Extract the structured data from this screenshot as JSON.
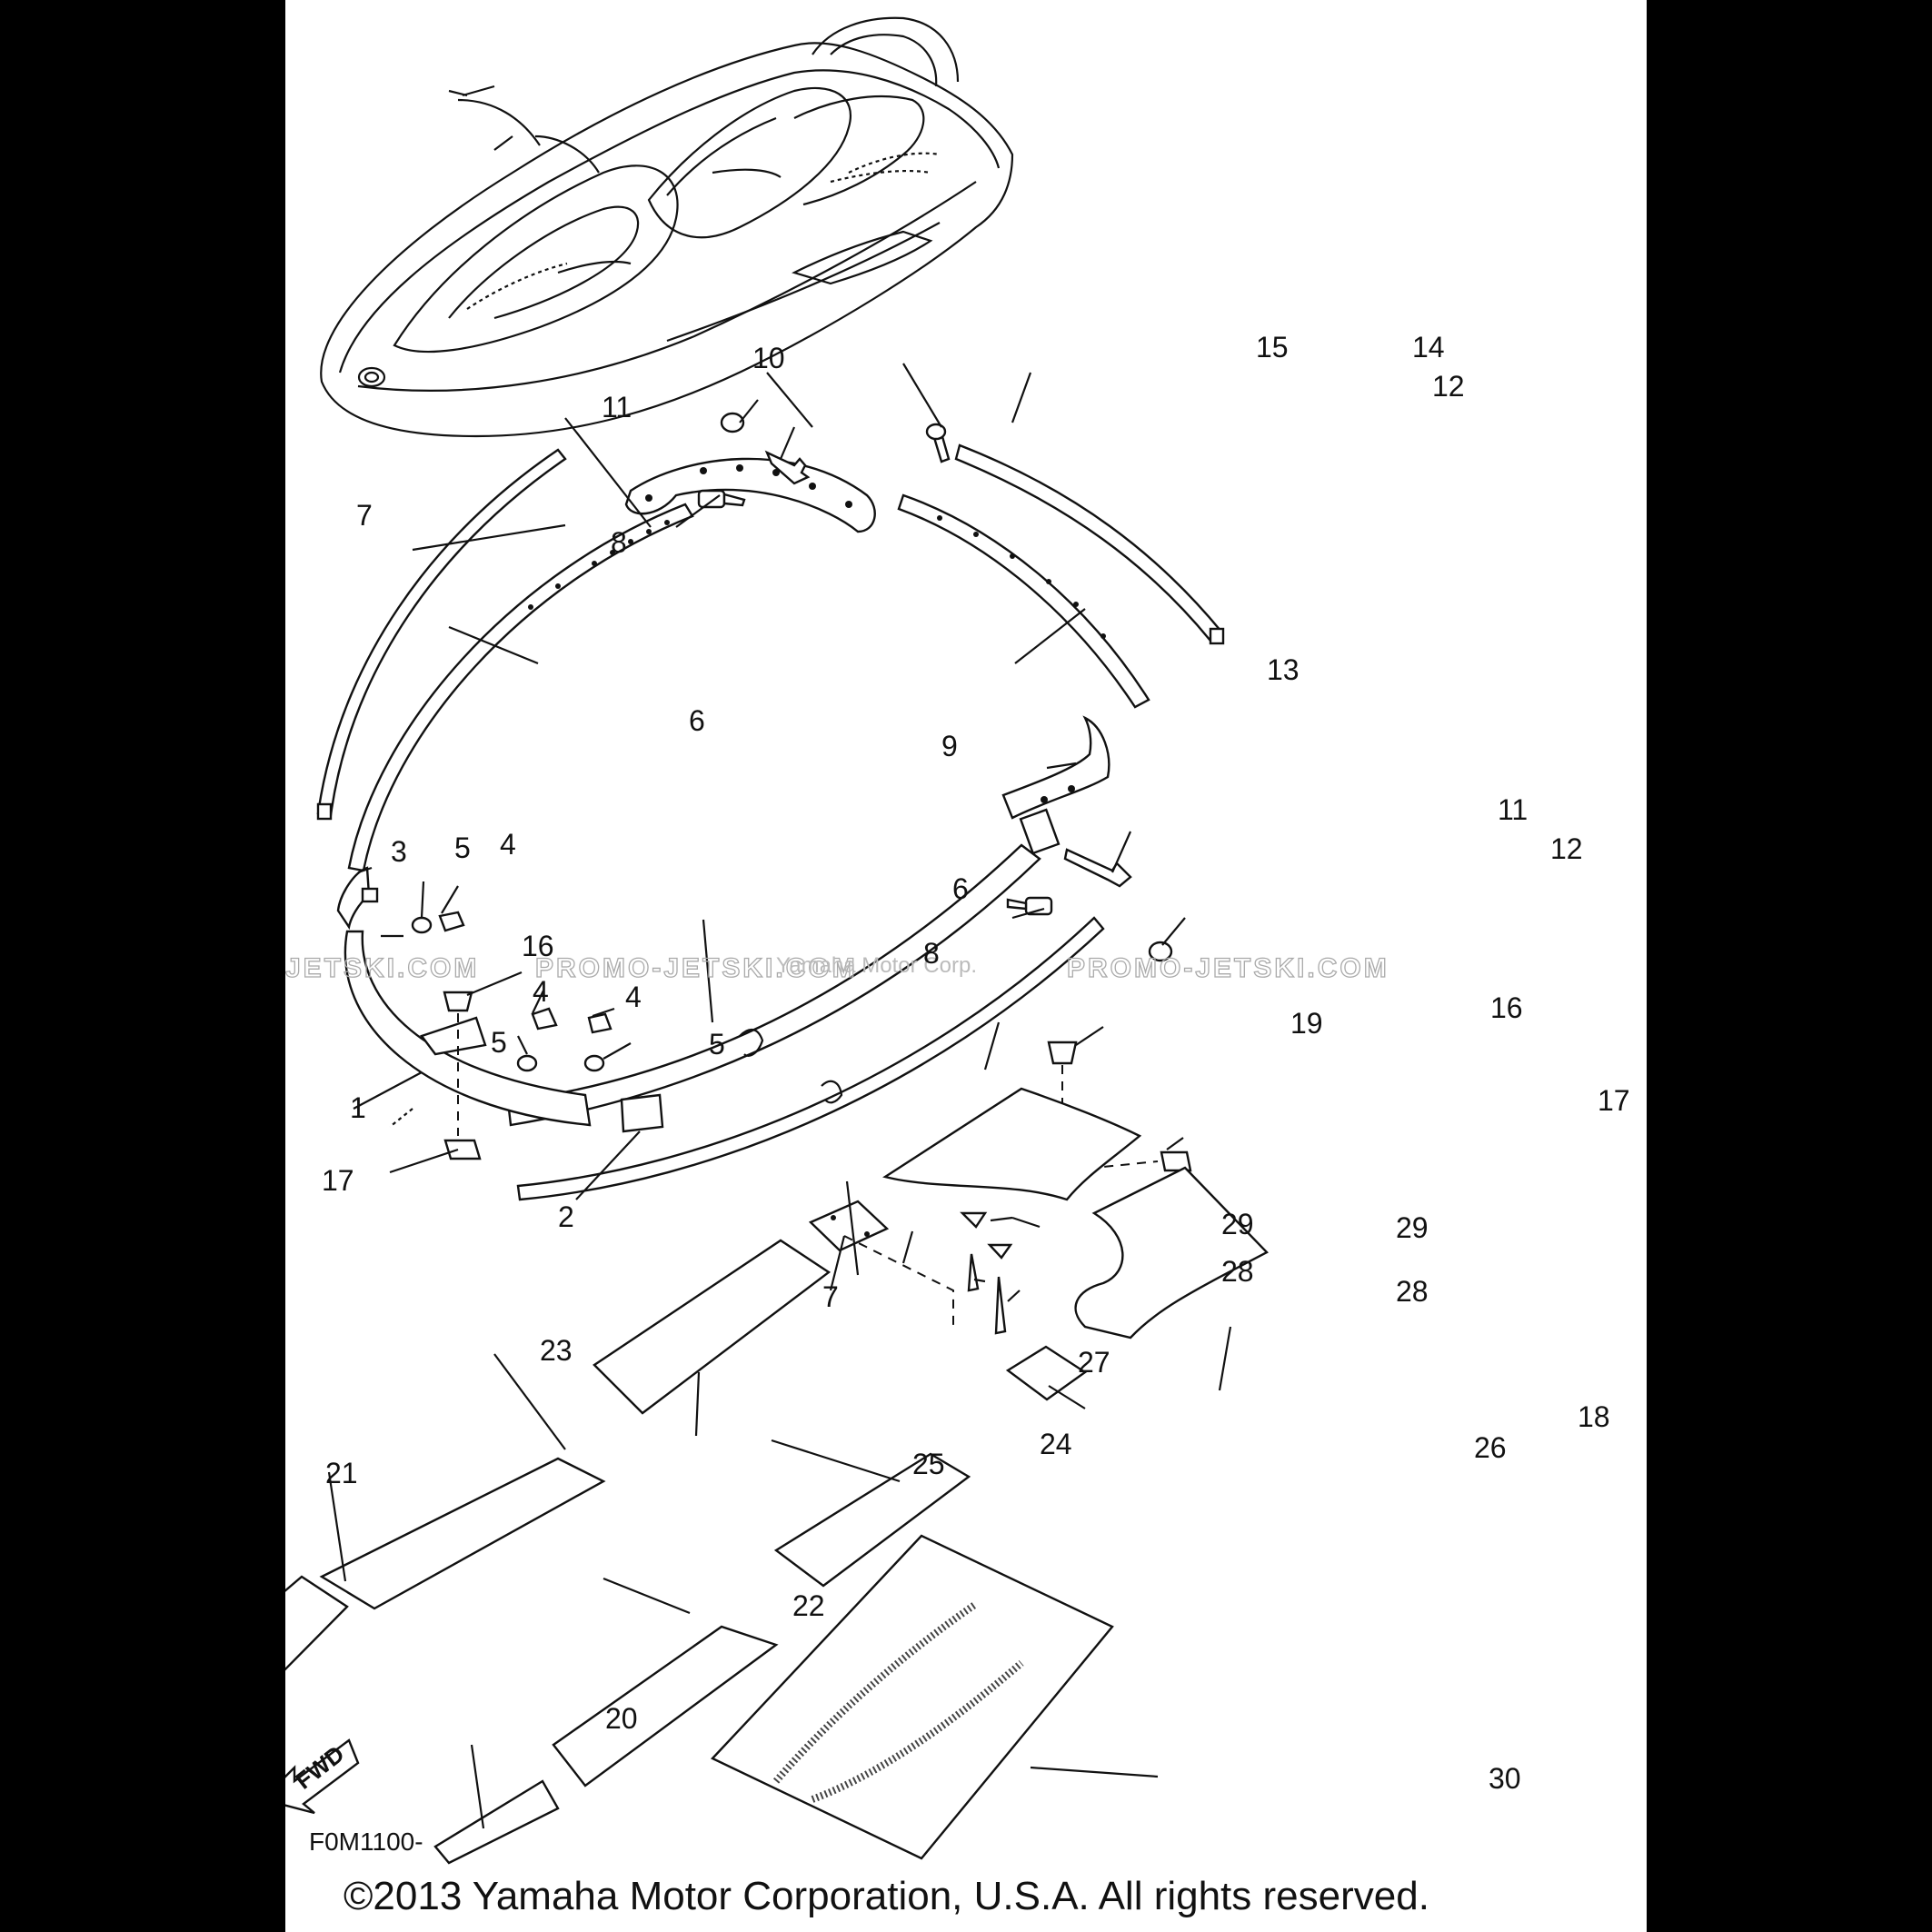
{
  "diagram": {
    "callouts": [
      {
        "id": "c1",
        "label": "1"
      },
      {
        "id": "c2",
        "label": "2"
      },
      {
        "id": "c3",
        "label": "3"
      },
      {
        "id": "c4a",
        "label": "4"
      },
      {
        "id": "c4b",
        "label": "4"
      },
      {
        "id": "c4c",
        "label": "4"
      },
      {
        "id": "c5a",
        "label": "5"
      },
      {
        "id": "c5b",
        "label": "5"
      },
      {
        "id": "c5c",
        "label": "5"
      },
      {
        "id": "c6a",
        "label": "6"
      },
      {
        "id": "c6b",
        "label": "6"
      },
      {
        "id": "c7a",
        "label": "7"
      },
      {
        "id": "c7b",
        "label": "7"
      },
      {
        "id": "c8a",
        "label": "8"
      },
      {
        "id": "c8b",
        "label": "8"
      },
      {
        "id": "c9",
        "label": "9"
      },
      {
        "id": "c10",
        "label": "10"
      },
      {
        "id": "c11a",
        "label": "11"
      },
      {
        "id": "c11b",
        "label": "11"
      },
      {
        "id": "c12a",
        "label": "12"
      },
      {
        "id": "c12b",
        "label": "12"
      },
      {
        "id": "c13",
        "label": "13"
      },
      {
        "id": "c14",
        "label": "14"
      },
      {
        "id": "c15",
        "label": "15"
      },
      {
        "id": "c16a",
        "label": "16"
      },
      {
        "id": "c16b",
        "label": "16"
      },
      {
        "id": "c17a",
        "label": "17"
      },
      {
        "id": "c17b",
        "label": "17"
      },
      {
        "id": "c18",
        "label": "18"
      },
      {
        "id": "c19",
        "label": "19"
      },
      {
        "id": "c20",
        "label": "20"
      },
      {
        "id": "c21",
        "label": "21"
      },
      {
        "id": "c22",
        "label": "22"
      },
      {
        "id": "c23",
        "label": "23"
      },
      {
        "id": "c24",
        "label": "24"
      },
      {
        "id": "c25",
        "label": "25"
      },
      {
        "id": "c26",
        "label": "26"
      },
      {
        "id": "c27",
        "label": "27"
      },
      {
        "id": "c28a",
        "label": "28"
      },
      {
        "id": "c28b",
        "label": "28"
      },
      {
        "id": "c29a",
        "label": "29"
      },
      {
        "id": "c29b",
        "label": "29"
      },
      {
        "id": "c30",
        "label": "30"
      }
    ],
    "fwd_label": "FWD",
    "figure_code": "F0M1100-",
    "watermark_left": "JETSKI.COM",
    "watermark_mid": "PROMO-JETSKI.COM",
    "watermark_right": "PROMO-JETSKI.COM",
    "watermark_note": "Yamaha Motor Corp.",
    "copyright": "©2013 Yamaha Motor Corporation, U.S.A. All rights reserved."
  }
}
